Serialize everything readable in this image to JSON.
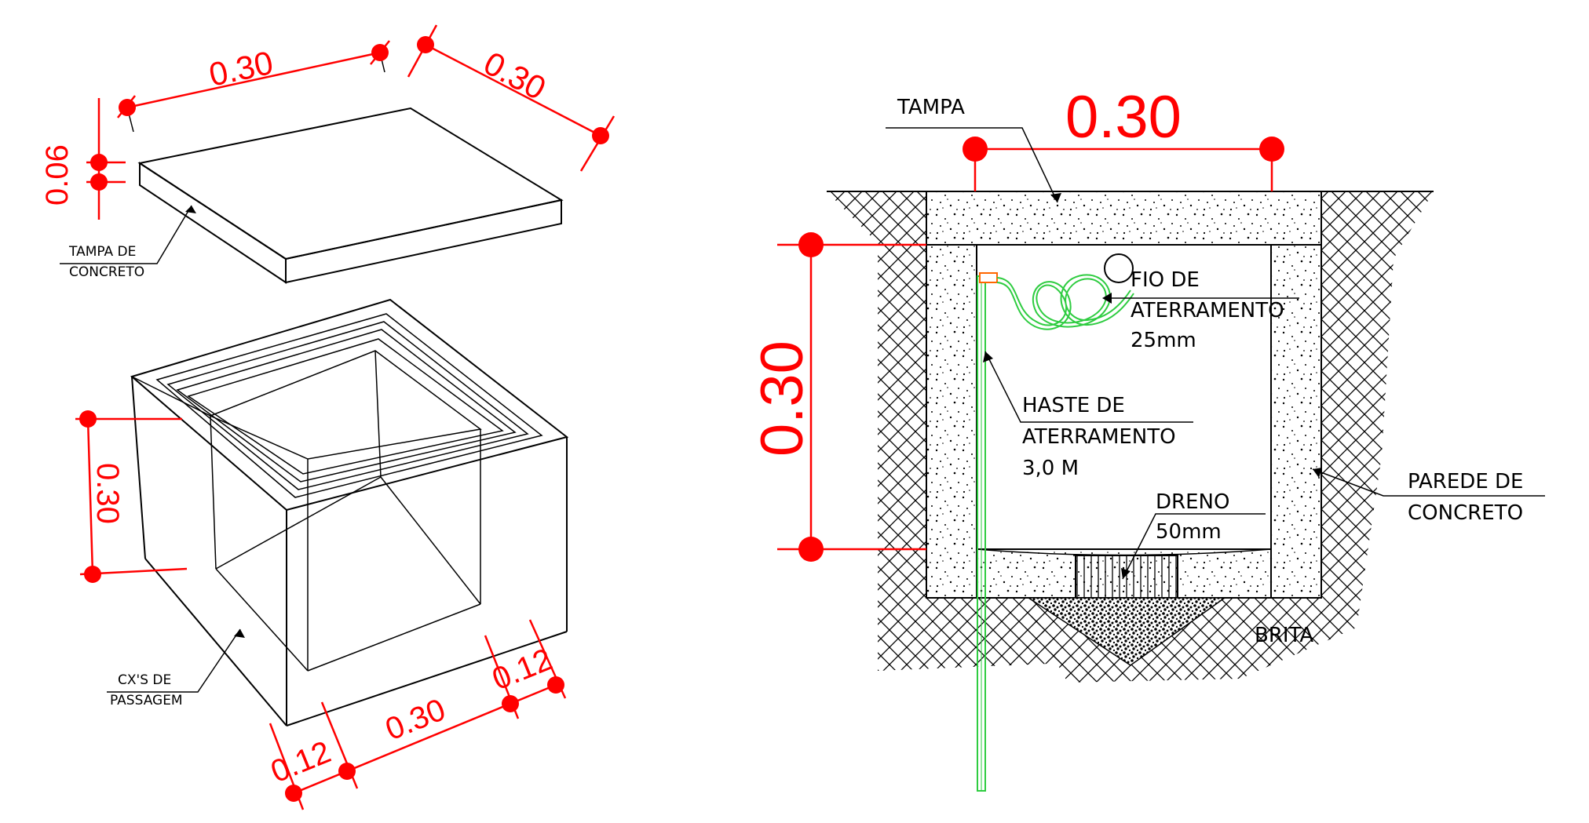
{
  "colors": {
    "dimension": "#ff0000",
    "line": "#000000",
    "ground_rod": "#2ecc40",
    "clamp": "#ff6600"
  },
  "iso": {
    "lid_width": "0.30",
    "lid_depth": "0.30",
    "lid_thickness": "0.06",
    "lid_label_1": "TAMPA DE",
    "lid_label_2": "CONCRETO",
    "box_height": "0.30",
    "box_label_1": "CX'S DE",
    "box_label_2": "PASSAGEM",
    "bottom_wall_left": "0.12",
    "bottom_inner": "0.30",
    "bottom_wall_right": "0.12"
  },
  "section": {
    "width_dim": "0.30",
    "height_dim": "0.30",
    "tampa": "TAMPA",
    "fio_1": "FIO DE",
    "fio_2": "ATERRAMENTO",
    "fio_3": "25mm",
    "haste_1": "HASTE DE",
    "haste_2": "ATERRAMENTO",
    "haste_3": "3,0 M",
    "parede_1": "PAREDE DE",
    "parede_2": "CONCRETO",
    "dreno_1": "DRENO",
    "dreno_2": "50mm",
    "brita": "BRITA"
  }
}
